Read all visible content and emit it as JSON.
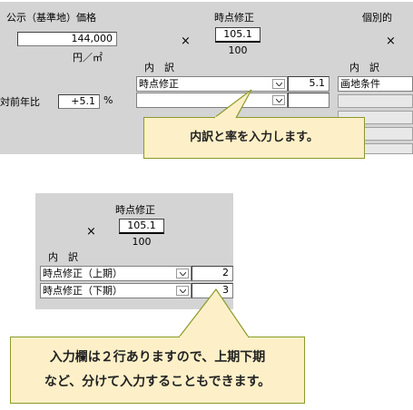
{
  "top": {
    "public_price_label": "公示（基準地）価格",
    "price_value": "144,000",
    "price_unit": "円／㎡",
    "multiply": "×",
    "time_adjust_label": "時点修正",
    "rate_numerator": "105.1",
    "rate_denominator": "100",
    "individual_label": "個別的",
    "multiply_right": "×",
    "breakdown_label": "内　訳",
    "breakdown_label_right": "内　訳",
    "yoy_label": "対前年比",
    "yoy_value": "+5.1",
    "yoy_unit": "%",
    "row1_item": "時点修正",
    "row1_value": "5.1",
    "right_row1_item": "画地条件"
  },
  "callout_top": "内訳と率を入力します。",
  "lower": {
    "time_adjust_label": "時点修正",
    "multiply": "×",
    "rate_numerator": "105.1",
    "rate_denominator": "100",
    "breakdown_label": "内　訳",
    "row1_item": "時点修正（上期）",
    "row1_value": "2",
    "row2_item": "時点修正（下期）",
    "row2_value": "3"
  },
  "callout_bottom": {
    "line1": "入力欄は２行ありますので、上期下期",
    "line2": "など、分けて入力することもできます。"
  },
  "colors": {
    "panel": "#d4d4d4",
    "callout_fill": "#fdf0c8",
    "callout_border": "#8a9a2a"
  }
}
